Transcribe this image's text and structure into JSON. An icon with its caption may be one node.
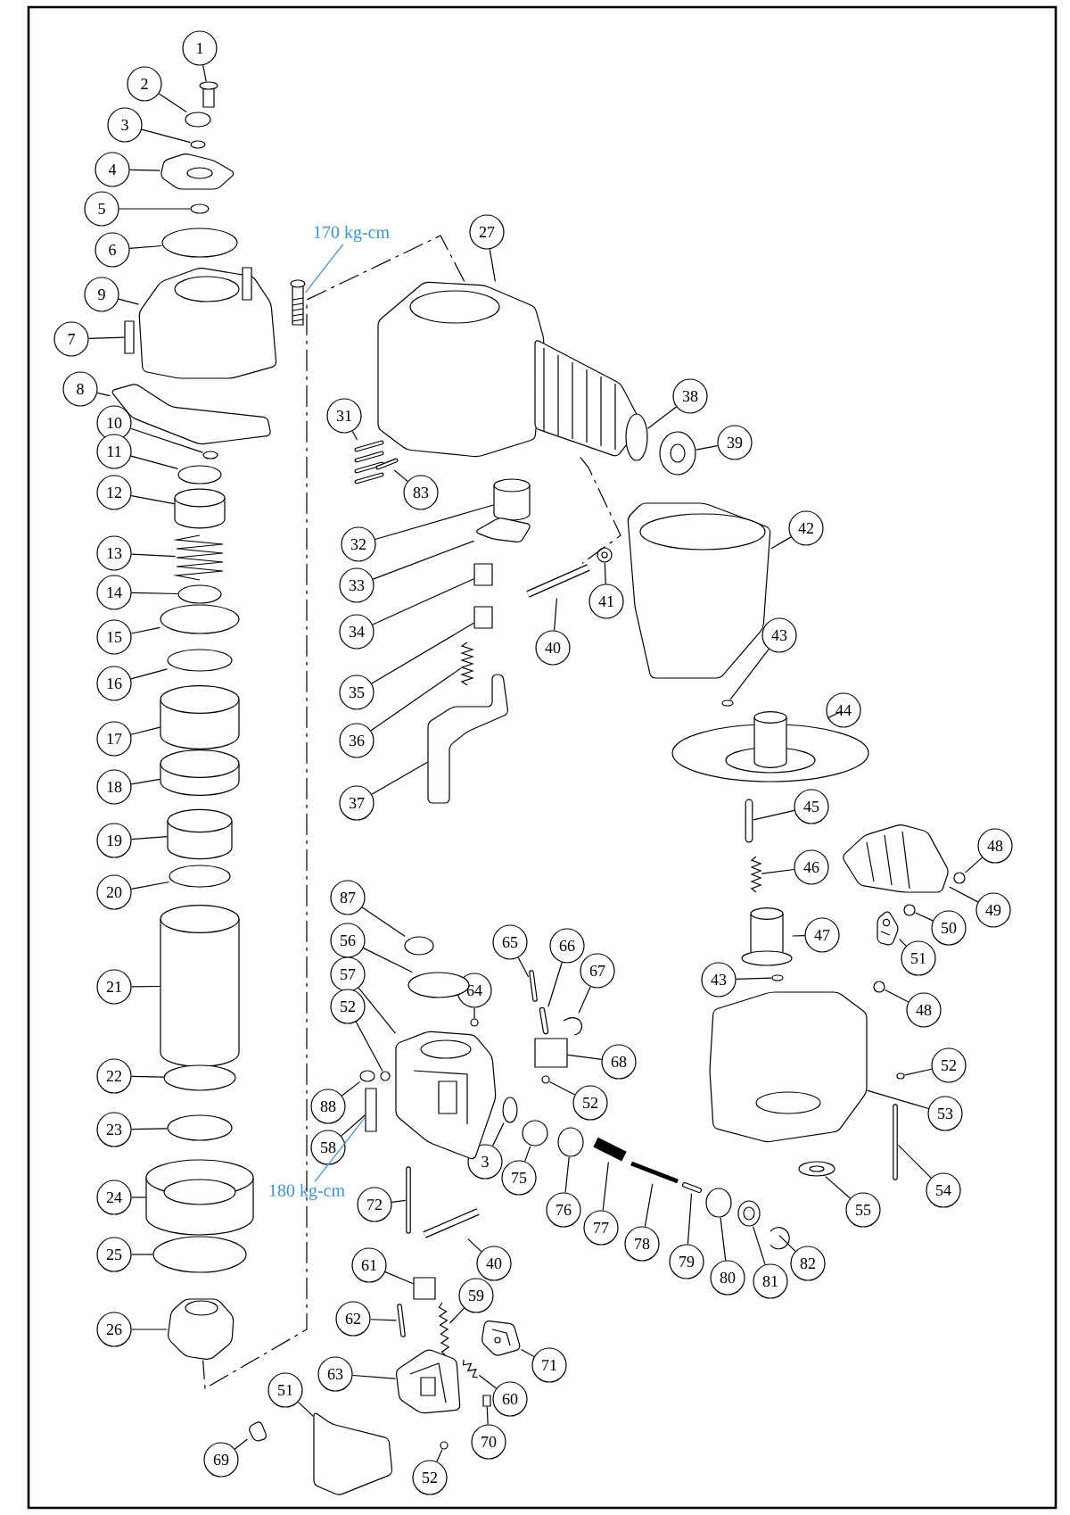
{
  "diagram": {
    "nodes": [
      {
        "text": [
          "1"
        ]
      },
      {
        "text": [
          "2"
        ]
      },
      {
        "text": [
          "3"
        ]
      },
      {
        "text": [
          "4"
        ]
      },
      {
        "text": [
          "5"
        ]
      },
      {
        "text": [
          "6"
        ]
      },
      {
        "text": [
          "9"
        ]
      },
      {
        "text": [
          "7"
        ]
      },
      {
        "text": [
          "8"
        ]
      },
      {
        "text": [
          "10"
        ]
      },
      {
        "text": [
          "11"
        ]
      },
      {
        "text": [
          "12"
        ]
      },
      {
        "text": [
          "13"
        ]
      },
      {
        "text": [
          "14"
        ]
      },
      {
        "text": [
          "15"
        ]
      },
      {
        "text": [
          "16"
        ]
      },
      {
        "text": [
          "17"
        ]
      },
      {
        "text": [
          "18"
        ]
      },
      {
        "text": [
          "19"
        ]
      },
      {
        "text": [
          "20"
        ]
      },
      {
        "text": [
          "21"
        ]
      },
      {
        "text": [
          "22"
        ]
      },
      {
        "text": [
          "23"
        ]
      },
      {
        "text": [
          "24"
        ]
      },
      {
        "text": [
          "25"
        ]
      },
      {
        "text": [
          "26"
        ]
      },
      {
        "text": [
          "27"
        ]
      },
      {
        "text": [
          "31"
        ]
      },
      {
        "text": [
          "83"
        ]
      },
      {
        "text": [
          "32"
        ]
      },
      {
        "text": [
          "33"
        ]
      },
      {
        "text": [
          "34"
        ]
      },
      {
        "text": [
          "35"
        ]
      },
      {
        "text": [
          "36"
        ]
      },
      {
        "text": [
          "37"
        ]
      },
      {
        "text": [
          "38"
        ]
      },
      {
        "text": [
          "39"
        ]
      },
      {
        "text": [
          "40"
        ]
      },
      {
        "text": [
          "41"
        ]
      },
      {
        "text": [
          "42"
        ]
      },
      {
        "text": [
          "43"
        ]
      },
      {
        "text": [
          "44"
        ]
      },
      {
        "text": [
          "45"
        ]
      },
      {
        "text": [
          "46"
        ]
      },
      {
        "text": [
          "47"
        ]
      },
      {
        "text": [
          "43"
        ]
      },
      {
        "text": [
          "48"
        ]
      },
      {
        "text": [
          "49"
        ]
      },
      {
        "text": [
          "50"
        ]
      },
      {
        "text": [
          "51"
        ]
      },
      {
        "text": [
          "48"
        ]
      },
      {
        "text": [
          "52"
        ]
      },
      {
        "text": [
          "53"
        ]
      },
      {
        "text": [
          "54"
        ]
      },
      {
        "text": [
          "55"
        ]
      },
      {
        "text": [
          "82"
        ]
      },
      {
        "text": [
          "81"
        ]
      },
      {
        "text": [
          "80"
        ]
      },
      {
        "text": [
          "79"
        ]
      },
      {
        "text": [
          "78"
        ]
      },
      {
        "text": [
          "77"
        ]
      },
      {
        "text": [
          "76"
        ]
      },
      {
        "text": [
          "75"
        ]
      },
      {
        "text": [
          "3"
        ]
      },
      {
        "text": [
          "68"
        ]
      },
      {
        "text": [
          "52"
        ]
      },
      {
        "text": [
          "87"
        ]
      },
      {
        "text": [
          "56"
        ]
      },
      {
        "text": [
          "57"
        ]
      },
      {
        "text": [
          "52"
        ]
      },
      {
        "text": [
          "64"
        ]
      },
      {
        "text": [
          "65"
        ]
      },
      {
        "text": [
          "66"
        ]
      },
      {
        "text": [
          "67"
        ]
      },
      {
        "text": [
          "88"
        ]
      },
      {
        "text": [
          "58"
        ]
      },
      {
        "text": [
          "72"
        ]
      },
      {
        "text": [
          "40"
        ]
      },
      {
        "text": [
          "61"
        ]
      },
      {
        "text": [
          "62"
        ]
      },
      {
        "text": [
          "59"
        ]
      },
      {
        "text": [
          "71"
        ]
      },
      {
        "text": [
          "60"
        ]
      },
      {
        "text": [
          "63"
        ]
      },
      {
        "text": [
          "70"
        ]
      },
      {
        "text": [
          "51"
        ]
      },
      {
        "text": [
          "69"
        ]
      },
      {
        "text": [
          "52"
        ]
      },
      {
        "text": [
          "170 kg-cm"
        ]
      },
      {
        "text": [
          "180 kg-cm"
        ]
      },
      {
        "text": [],
        "shape": "picture"
      },
      {
        "text": [],
        "shape": "circle"
      },
      {
        "text": [],
        "shape": "circle"
      },
      {
        "text": [],
        "shape": "picture"
      },
      {
        "text": [],
        "shape": "circle"
      },
      {
        "text": [],
        "shape": "circle"
      },
      {
        "text": [],
        "shape": "picture"
      },
      {
        "text": [],
        "shape": "box"
      },
      {
        "text": [],
        "shape": "picture"
      },
      {
        "text": [],
        "shape": "circle"
      },
      {
        "text": [],
        "shape": "circle"
      },
      {
        "text": [],
        "shape": "cylinder"
      },
      {
        "text": [],
        "shape": "picture"
      },
      {
        "text": [],
        "shape": "circle"
      },
      {
        "text": [],
        "shape": "circle"
      },
      {
        "text": [],
        "shape": "circle"
      },
      {
        "text": [],
        "shape": "cylinder"
      },
      {
        "text": [],
        "shape": "cylinder"
      },
      {
        "text": [],
        "shape": "cylinder"
      },
      {
        "text": [],
        "shape": "circle"
      },
      {
        "text": [],
        "shape": "cylinder"
      },
      {
        "text": [],
        "shape": "circle"
      },
      {
        "text": [],
        "shape": "circle"
      },
      {
        "text": [],
        "shape": "picture"
      },
      {
        "text": [],
        "shape": "circle"
      },
      {
        "text": [],
        "shape": "picture"
      },
      {
        "text": [],
        "shape": "picture"
      },
      {
        "text": [],
        "shape": "picture"
      },
      {
        "text": [],
        "shape": "picture"
      },
      {
        "text": [],
        "shape": "cylinder"
      },
      {
        "text": [],
        "shape": "picture"
      },
      {
        "text": [],
        "shape": "box"
      },
      {
        "text": [],
        "shape": "box"
      },
      {
        "text": [],
        "shape": "picture"
      },
      {
        "text": [],
        "shape": "picture"
      },
      {
        "text": [],
        "shape": "circle"
      },
      {
        "text": [],
        "shape": "picture"
      },
      {
        "text": [],
        "shape": "picture"
      },
      {
        "text": [],
        "shape": "picture"
      },
      {
        "text": [],
        "shape": "picture"
      },
      {
        "text": [],
        "shape": "circle"
      },
      {
        "text": [],
        "shape": "picture"
      },
      {
        "text": [],
        "shape": "picture"
      },
      {
        "text": [],
        "shape": "picture"
      },
      {
        "text": [],
        "shape": "picture"
      },
      {
        "text": [],
        "shape": "circle"
      },
      {
        "text": [],
        "shape": "circle"
      },
      {
        "text": [],
        "shape": "picture"
      },
      {
        "text": [],
        "shape": "circle"
      },
      {
        "text": [],
        "shape": "picture"
      },
      {
        "text": [],
        "shape": "circle"
      },
      {
        "text": [],
        "shape": "circle"
      },
      {
        "text": [],
        "shape": "picture"
      },
      {
        "text": [],
        "shape": "picture"
      },
      {
        "text": [],
        "shape": "picture"
      },
      {
        "text": [],
        "shape": "picture"
      },
      {
        "text": [],
        "shape": "picture"
      },
      {
        "text": [],
        "shape": "circle"
      },
      {
        "text": [],
        "shape": "picture"
      },
      {
        "text": [],
        "shape": "picture"
      },
      {
        "text": [],
        "shape": "picture"
      },
      {
        "text": [],
        "shape": "circle"
      },
      {
        "text": [],
        "shape": "circle"
      },
      {
        "text": [],
        "shape": "circle"
      },
      {
        "text": [],
        "shape": "box"
      },
      {
        "text": [],
        "shape": "circle"
      },
      {
        "text": [],
        "shape": "circle"
      },
      {
        "text": [],
        "shape": "circle"
      },
      {
        "text": [],
        "shape": "picture"
      },
      {
        "text": [],
        "shape": "circle"
      },
      {
        "text": [],
        "shape": "circle"
      },
      {
        "text": [],
        "shape": "picture"
      },
      {
        "text": [],
        "shape": "picture"
      },
      {
        "text": [],
        "shape": "picture"
      },
      {
        "text": [],
        "shape": "circle"
      },
      {
        "text": [],
        "shape": "box"
      },
      {
        "text": [],
        "shape": "picture"
      },
      {
        "text": [],
        "shape": "picture"
      },
      {
        "text": [],
        "shape": "box"
      },
      {
        "text": [],
        "shape": "picture"
      },
      {
        "text": [],
        "shape": "picture"
      },
      {
        "text": [],
        "shape": "picture"
      },
      {
        "text": [],
        "shape": "picture"
      },
      {
        "text": [],
        "shape": "picture"
      },
      {
        "text": [],
        "shape": "box"
      },
      {
        "text": [],
        "shape": "picture"
      },
      {
        "text": [],
        "shape": "picture"
      },
      {
        "text": [],
        "shape": "circle"
      },
      {
        "text": [],
        "shape": "picture"
      }
    ],
    "edges": [
      {
        "from": 0,
        "to": 90,
        "arrow": "none"
      },
      {
        "from": 1,
        "to": 91,
        "arrow": "none"
      },
      {
        "from": 2,
        "to": 92,
        "arrow": "none"
      },
      {
        "from": 3,
        "to": 93,
        "arrow": "none"
      },
      {
        "from": 4,
        "to": 94,
        "arrow": "none"
      },
      {
        "from": 5,
        "to": 95,
        "arrow": "none"
      },
      {
        "from": 6,
        "to": 96,
        "arrow": "none"
      },
      {
        "from": 7,
        "to": 97,
        "arrow": "none"
      },
      {
        "from": 8,
        "to": 98,
        "arrow": "none"
      },
      {
        "from": 9,
        "to": 99,
        "arrow": "none"
      },
      {
        "from": 10,
        "to": 100,
        "arrow": "none"
      },
      {
        "from": 11,
        "to": 101,
        "arrow": "none"
      },
      {
        "from": 12,
        "to": 102,
        "arrow": "none"
      },
      {
        "from": 13,
        "to": 103,
        "arrow": "none"
      },
      {
        "from": 14,
        "to": 104,
        "arrow": "none"
      },
      {
        "from": 15,
        "to": 105,
        "arrow": "none"
      },
      {
        "from": 16,
        "to": 106,
        "arrow": "none"
      },
      {
        "from": 17,
        "to": 107,
        "arrow": "none"
      },
      {
        "from": 18,
        "to": 108,
        "arrow": "none"
      },
      {
        "from": 19,
        "to": 109,
        "arrow": "none"
      },
      {
        "from": 20,
        "to": 110,
        "arrow": "none"
      },
      {
        "from": 21,
        "to": 111,
        "arrow": "none"
      },
      {
        "from": 22,
        "to": 112,
        "arrow": "none"
      },
      {
        "from": 23,
        "to": 113,
        "arrow": "none"
      },
      {
        "from": 24,
        "to": 114,
        "arrow": "none"
      },
      {
        "from": 25,
        "to": 115,
        "arrow": "none"
      },
      {
        "from": 26,
        "to": 116,
        "arrow": "none"
      },
      {
        "from": 27,
        "to": 117,
        "arrow": "none"
      },
      {
        "from": 28,
        "to": 118,
        "arrow": "none"
      },
      {
        "from": 29,
        "to": 119,
        "arrow": "none"
      },
      {
        "from": 30,
        "to": 120,
        "arrow": "none"
      },
      {
        "from": 31,
        "to": 121,
        "arrow": "none"
      },
      {
        "from": 32,
        "to": 122,
        "arrow": "none"
      },
      {
        "from": 33,
        "to": 123,
        "arrow": "none"
      },
      {
        "from": 34,
        "to": 124,
        "arrow": "none"
      },
      {
        "from": 35,
        "to": 125,
        "arrow": "none"
      },
      {
        "from": 36,
        "to": 126,
        "arrow": "none"
      },
      {
        "from": 37,
        "to": 127,
        "arrow": "none"
      },
      {
        "from": 38,
        "to": 128,
        "arrow": "none"
      },
      {
        "from": 39,
        "to": 129,
        "arrow": "none"
      },
      {
        "from": 40,
        "to": 130,
        "arrow": "none"
      },
      {
        "from": 41,
        "to": 131,
        "arrow": "none"
      },
      {
        "from": 42,
        "to": 132,
        "arrow": "none"
      },
      {
        "from": 43,
        "to": 133,
        "arrow": "none"
      },
      {
        "from": 44,
        "to": 134,
        "arrow": "none"
      },
      {
        "from": 45,
        "to": 135,
        "arrow": "none"
      },
      {
        "from": 46,
        "to": 136,
        "arrow": "none"
      },
      {
        "from": 47,
        "to": 137,
        "arrow": "none"
      },
      {
        "from": 48,
        "to": 138,
        "arrow": "none"
      },
      {
        "from": 49,
        "to": 139,
        "arrow": "none"
      },
      {
        "from": 50,
        "to": 140,
        "arrow": "none"
      },
      {
        "from": 51,
        "to": 141,
        "arrow": "none"
      },
      {
        "from": 52,
        "to": 142,
        "arrow": "none"
      },
      {
        "from": 53,
        "to": 143,
        "arrow": "none"
      },
      {
        "from": 54,
        "to": 144,
        "arrow": "none"
      },
      {
        "from": 55,
        "to": 145,
        "arrow": "none"
      },
      {
        "from": 56,
        "to": 146,
        "arrow": "none"
      },
      {
        "from": 57,
        "to": 147,
        "arrow": "none"
      },
      {
        "from": 58,
        "to": 148,
        "arrow": "none"
      },
      {
        "from": 59,
        "to": 149,
        "arrow": "none"
      },
      {
        "from": 60,
        "to": 150,
        "arrow": "none"
      },
      {
        "from": 61,
        "to": 151,
        "arrow": "none"
      },
      {
        "from": 62,
        "to": 152,
        "arrow": "none"
      },
      {
        "from": 63,
        "to": 153,
        "arrow": "none"
      },
      {
        "from": 64,
        "to": 154,
        "arrow": "none"
      },
      {
        "from": 65,
        "to": 155,
        "arrow": "none"
      },
      {
        "from": 66,
        "to": 156,
        "arrow": "none"
      },
      {
        "from": 67,
        "to": 157,
        "arrow": "none"
      },
      {
        "from": 68,
        "to": 158,
        "arrow": "none"
      },
      {
        "from": 69,
        "to": 159,
        "arrow": "none"
      },
      {
        "from": 70,
        "to": 160,
        "arrow": "none"
      },
      {
        "from": 71,
        "to": 161,
        "arrow": "none"
      },
      {
        "from": 72,
        "to": 162,
        "arrow": "none"
      },
      {
        "from": 73,
        "to": 163,
        "arrow": "none"
      },
      {
        "from": 74,
        "to": 164,
        "arrow": "none"
      },
      {
        "from": 75,
        "to": 165,
        "arrow": "none"
      },
      {
        "from": 76,
        "to": 166,
        "arrow": "none"
      },
      {
        "from": 77,
        "to": 167,
        "arrow": "none"
      },
      {
        "from": 78,
        "to": 168,
        "arrow": "none"
      },
      {
        "from": 79,
        "to": 169,
        "arrow": "none"
      },
      {
        "from": 80,
        "to": 170,
        "arrow": "none"
      },
      {
        "from": 81,
        "to": 171,
        "arrow": "none"
      },
      {
        "from": 82,
        "to": 172,
        "arrow": "none"
      },
      {
        "from": 83,
        "to": 173,
        "arrow": "none"
      },
      {
        "from": 84,
        "to": 174,
        "arrow": "none"
      },
      {
        "from": 85,
        "to": 175,
        "arrow": "none"
      },
      {
        "from": 86,
        "to": 176,
        "arrow": "none"
      },
      {
        "from": 87,
        "to": 177,
        "arrow": "none"
      },
      {
        "from": 88,
        "to": 178,
        "arrow": "none",
        "color": "#3c8fd8"
      },
      {
        "from": 89,
        "to": 165,
        "arrow": "none",
        "color": "#3c8fd8"
      },
      {
        "from": 116,
        "to": 115,
        "arrow": "none",
        "style": "dashed"
      },
      {
        "from": 116,
        "to": 127,
        "arrow": "none",
        "style": "dashed"
      }
    ]
  }
}
